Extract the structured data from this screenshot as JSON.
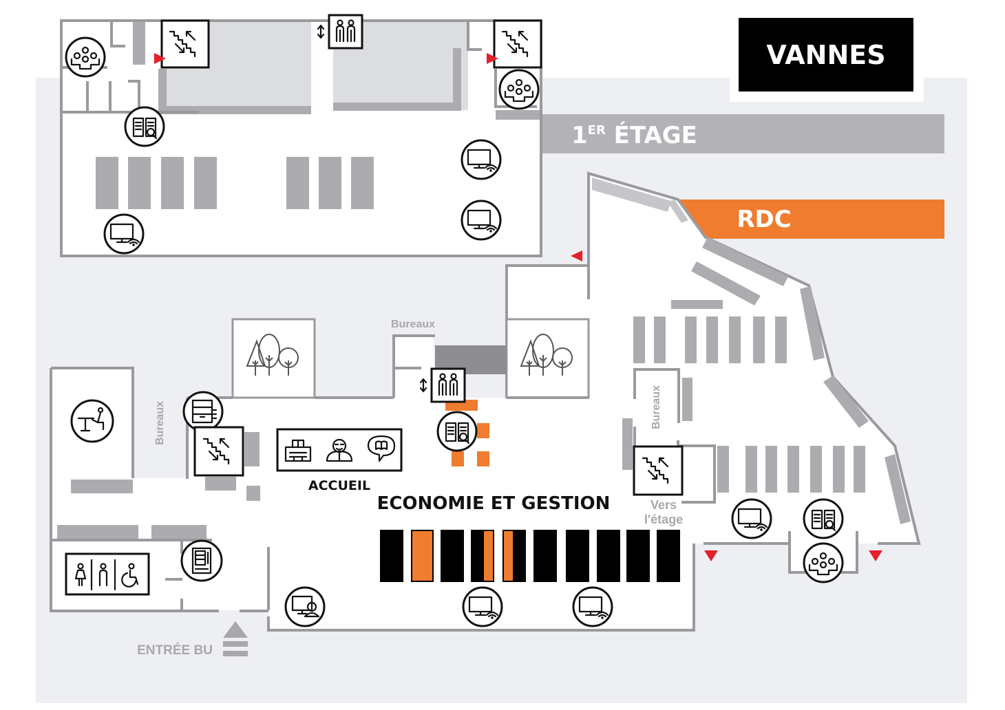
{
  "map": {
    "title": "VANNES",
    "floors": [
      {
        "label": "1",
        "sup": "ER",
        "rest": " ÉTAGE",
        "color": "#b3b3b7",
        "active": false
      },
      {
        "label": "RDC",
        "color": "#f07c30",
        "active": true
      }
    ],
    "labels": {
      "accueil": "ACCUEIL",
      "section": "ECONOMIE ET GESTION",
      "bureaux": "Bureaux",
      "vers_line1": "Vers",
      "vers_line2": "l'étage",
      "entree": "ENTRÉE BU"
    },
    "legend_icons": [
      "group-work-icon",
      "stairs-icon",
      "elevator-icon",
      "catalog-search-icon",
      "computer-wifi-icon",
      "computer-user-icon",
      "photocopier-icon",
      "study-desk-icon",
      "vending-machine-icon",
      "toilets-icon",
      "reception-icon",
      "garden-icon",
      "exit-arrow-icon"
    ],
    "colors": {
      "accent": "#f07c30",
      "exit": "#e4202a",
      "background": "#eeeff2",
      "shelf": "#acacb0",
      "wall": "#9a9a9e"
    }
  }
}
